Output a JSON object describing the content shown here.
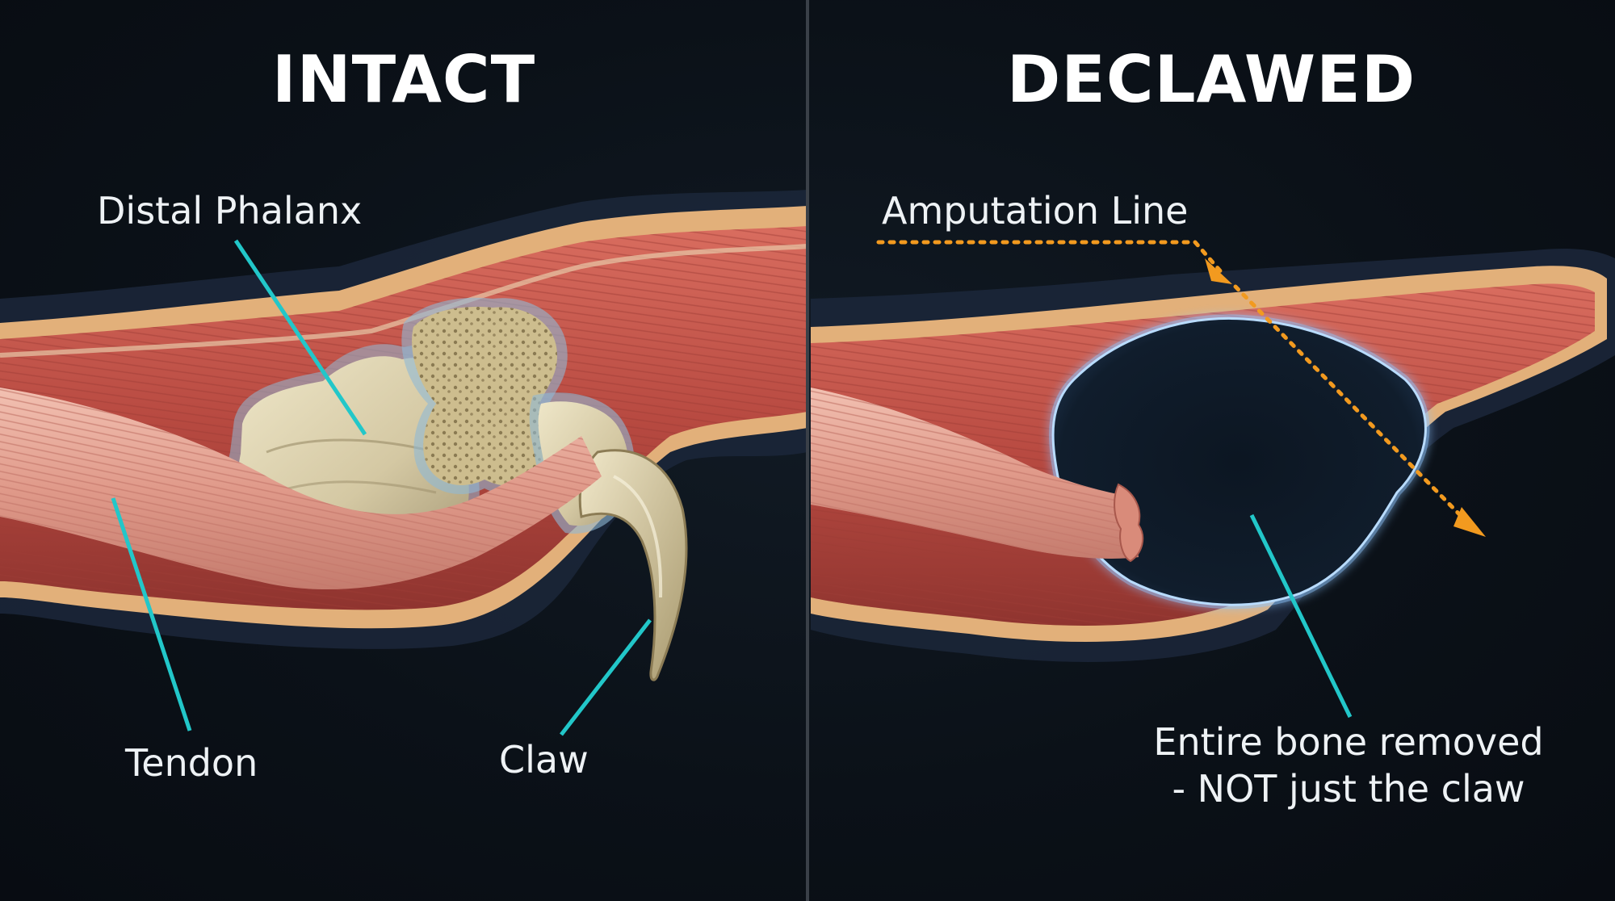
{
  "panels": {
    "left": {
      "title": "INTACT"
    },
    "right": {
      "title": "DECLAWED"
    }
  },
  "labels": {
    "distal_phalanx": "Distal Phalanx",
    "tendon": "Tendon",
    "claw": "Claw",
    "amputation_line": "Amputation Line",
    "bone_removed_line1": "Entire bone removed",
    "bone_removed_line2": "- NOT just the claw"
  },
  "colors": {
    "background": "#0b1017",
    "leader_line": "#22c7c9",
    "amputation_line": "#f29a1f",
    "muscle": "#c95a4f",
    "bone": "#d9cfae",
    "tendon": "#e7a89a",
    "fat_layer": "#e2b07a",
    "cavity_glow": "#8fc6ff",
    "fur": "#2a3b55",
    "divider": "#3a4048"
  },
  "icons": {
    "amputation_arrow": "arrowhead-icon"
  }
}
